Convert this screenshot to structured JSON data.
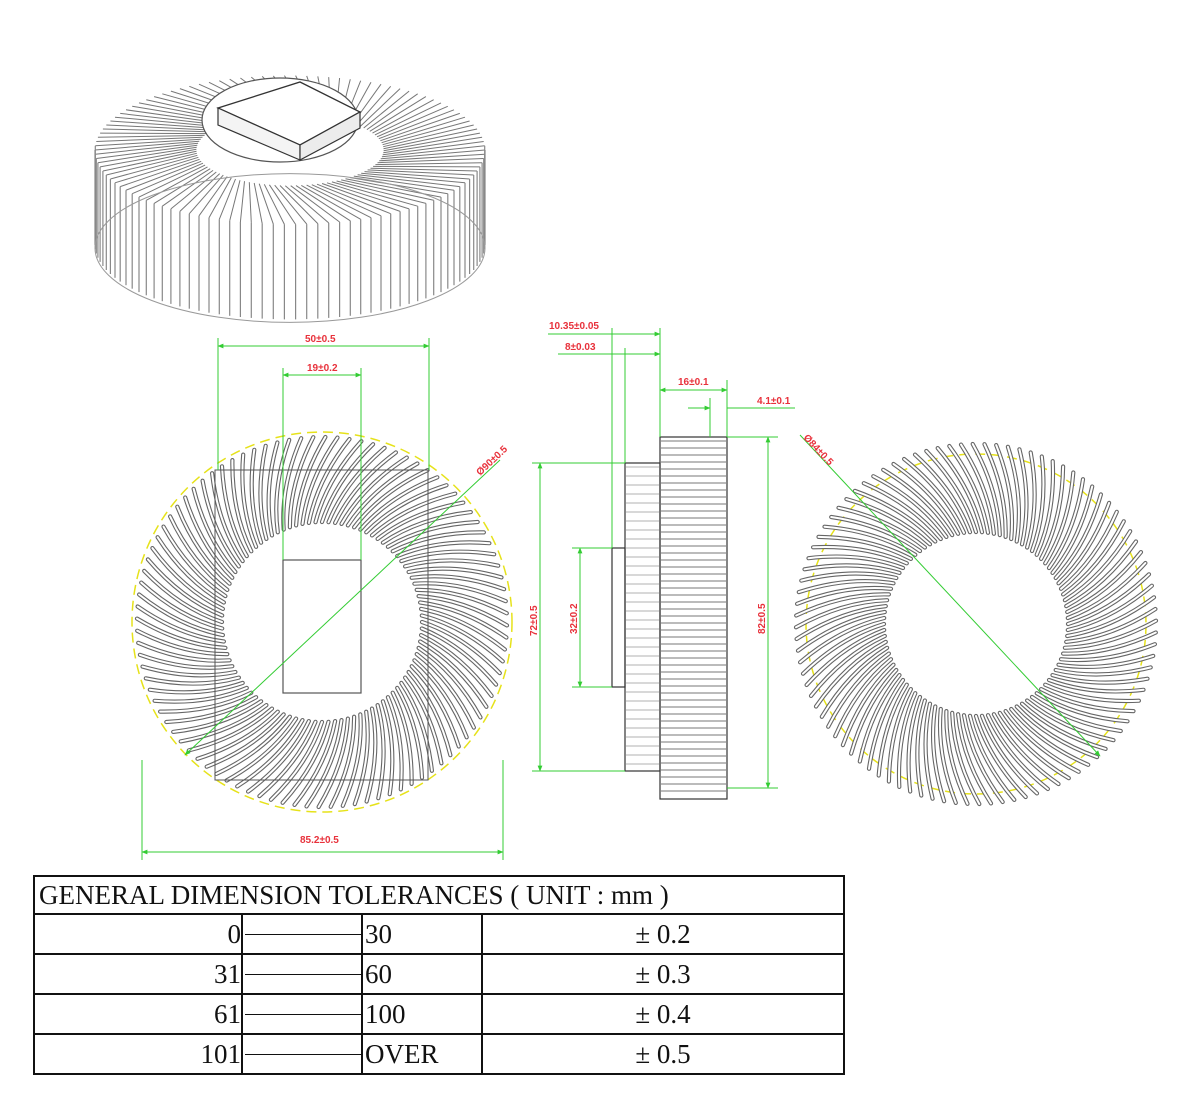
{
  "colors": {
    "line": "#3a3a3a",
    "dim_line": "#33cc33",
    "dim_text": "#e8313b",
    "circle": "#e6e21a"
  },
  "dimensions": {
    "front": {
      "w50": "50±0.5",
      "w19": "19±0.2",
      "dia90": "Ø90±0.5",
      "w85": "85.2±0.5"
    },
    "side": {
      "t1035": "10.35±0.05",
      "t8": "8±0.03",
      "t16": "16±0.1",
      "t41": "4.1±0.1",
      "h72": "72±0.5",
      "h32": "32±0.2",
      "h82": "82±0.5"
    },
    "back": {
      "dia84": "Ø84±0.5"
    }
  },
  "table": {
    "title": "GENERAL DIMENSION TOLERANCES ( UNIT : mm )",
    "rows": [
      {
        "from": "0",
        "to": "30",
        "tolerance": "± 0.2"
      },
      {
        "from": "31",
        "to": "60",
        "tolerance": "± 0.3"
      },
      {
        "from": "61",
        "to": "100",
        "tolerance": "± 0.4"
      },
      {
        "from": "101",
        "to": "OVER",
        "tolerance": "± 0.5"
      }
    ]
  }
}
